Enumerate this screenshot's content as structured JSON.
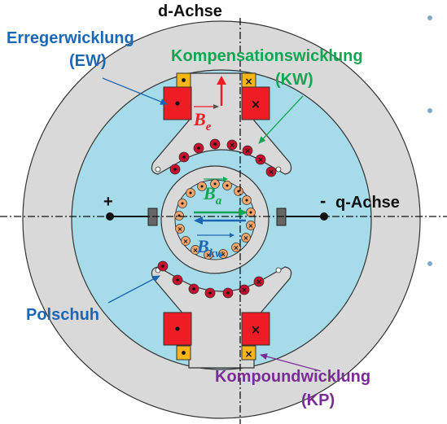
{
  "labels": {
    "d_axis": "d-Achse",
    "q_axis": "q-Achse",
    "field_winding": "Erregerwicklung",
    "field_winding_abbr": "(EW)",
    "compensation_winding": "Kompensationswicklung",
    "compensation_winding_abbr": "(KW)",
    "pole_shoe": "Polschuh",
    "compound_winding": "Kompoundwicklung",
    "compound_winding_abbr": "(KP)",
    "terminal_plus": "+",
    "terminal_minus": "-"
  },
  "vectors": {
    "excitation": {
      "letter": "B",
      "sub": "e"
    },
    "armature": {
      "letter": "B",
      "sub": "a"
    },
    "compensation": {
      "letter": "B",
      "sub": "kw"
    }
  },
  "colors": {
    "stator_ring": "#d8d8d8",
    "rotor_space": "#a6dcea",
    "field_coil": "#ee1c25",
    "compound_coil": "#f6b61a",
    "field_label": "#1c67b4",
    "compensation_label": "#12a653",
    "compound_label": "#7a2c96",
    "excitation_vector": "#ee1c25",
    "armature_vector": "#12a653",
    "compensation_vector": "#1c67b4",
    "armature_conductor": "#f2a46b",
    "compensation_conductor": "#c8102e",
    "brush": "#666666"
  },
  "icons": [
    "dot-current-out-icon",
    "cross-current-in-icon"
  ]
}
